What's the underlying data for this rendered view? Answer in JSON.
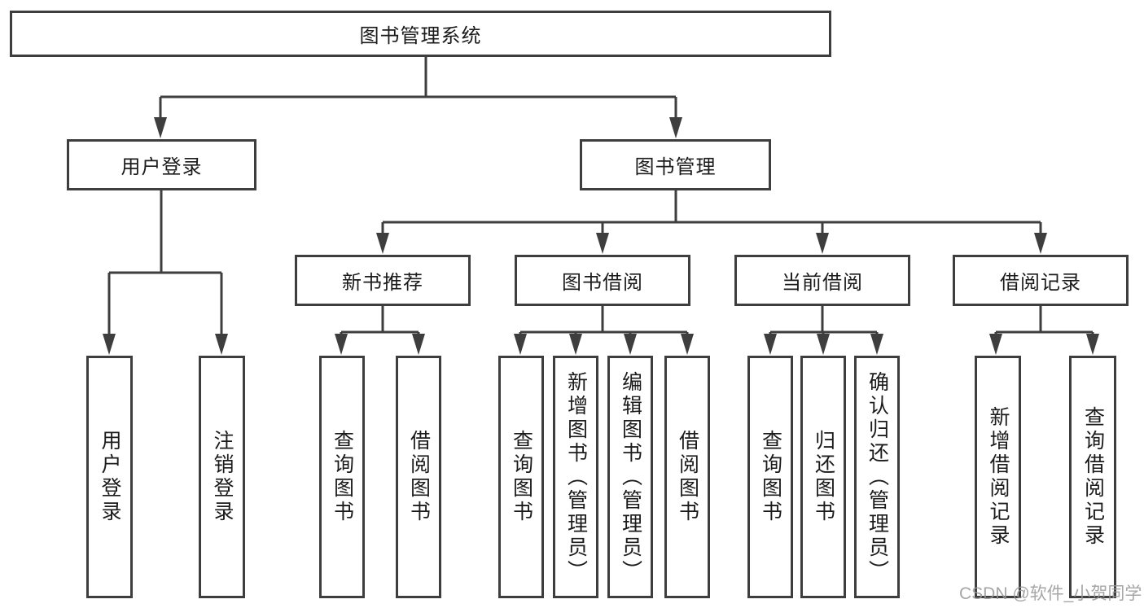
{
  "title": "图书管理系统",
  "nodes": {
    "root": {
      "label": "图书管理系统"
    },
    "user_login": {
      "label": "用户登录"
    },
    "book_management": {
      "label": "图书管理"
    },
    "new_book_recommend": {
      "label": "新书推荐"
    },
    "book_borrowing": {
      "label": "图书借阅"
    },
    "current_borrowing": {
      "label": "当前借阅"
    },
    "borrowing_records": {
      "label": "借阅记录"
    },
    "leaf_user_login": {
      "label": "用户登录"
    },
    "leaf_logout": {
      "label": "注销登录"
    },
    "leaf_nb_query": {
      "label": "查询图书"
    },
    "leaf_nb_borrow": {
      "label": "借阅图书"
    },
    "leaf_bb_query": {
      "label": "查询图书"
    },
    "leaf_bb_add": {
      "label": "新增图书（管理员）"
    },
    "leaf_bb_edit": {
      "label": "编辑图书（管理员）"
    },
    "leaf_bb_borrow": {
      "label": "借阅图书"
    },
    "leaf_cb_query": {
      "label": "查询图书"
    },
    "leaf_cb_return": {
      "label": "归还图书"
    },
    "leaf_cb_confirm": {
      "label": "确认归还（管理员）"
    },
    "leaf_br_add": {
      "label": "新增借阅记录"
    },
    "leaf_br_query": {
      "label": "查询借阅记录"
    }
  },
  "hierarchy": {
    "图书管理系统": [
      "用户登录",
      "图书管理"
    ],
    "用户登录": [
      "用户登录",
      "注销登录"
    ],
    "图书管理": [
      "新书推荐",
      "图书借阅",
      "当前借阅",
      "借阅记录"
    ],
    "新书推荐": [
      "查询图书",
      "借阅图书"
    ],
    "图书借阅": [
      "查询图书",
      "新增图书（管理员）",
      "编辑图书（管理员）",
      "借阅图书"
    ],
    "当前借阅": [
      "查询图书",
      "归还图书",
      "确认归还（管理员）"
    ],
    "借阅记录": [
      "新增借阅记录",
      "查询借阅记录"
    ]
  },
  "watermark": {
    "text": "CSDN @软件_小贺同学"
  },
  "colors": {
    "line": "#3e3e3e",
    "text": "#1b1b1b",
    "background": "#ffffff",
    "watermark": "#969696"
  }
}
